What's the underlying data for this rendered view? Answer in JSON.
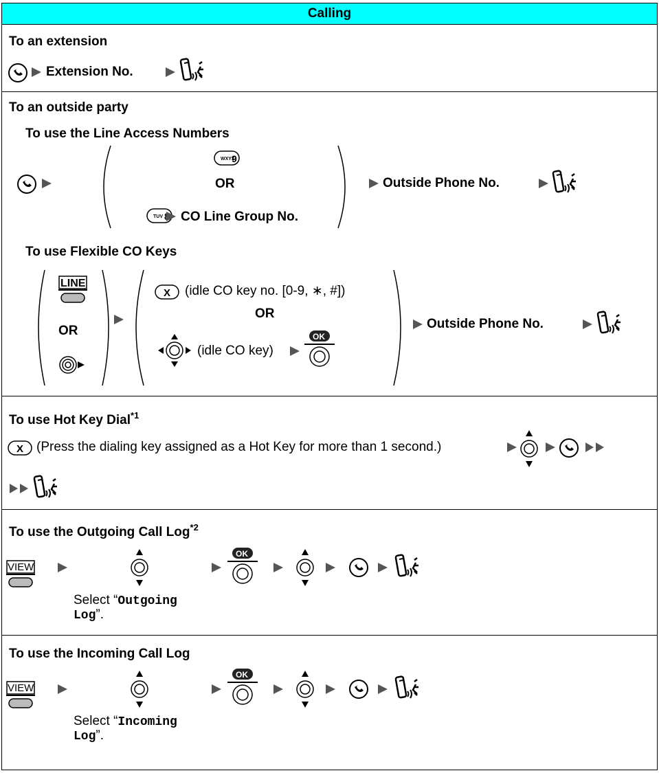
{
  "header": {
    "title": "Calling"
  },
  "extension": {
    "heading": "To an extension",
    "label": "Extension No."
  },
  "outside": {
    "heading": "To an outside party",
    "line_access": {
      "subheading": "To use the Line Access Numbers",
      "key9": "9",
      "key9_letters": "WXYZ",
      "or": "OR",
      "key8": "8",
      "key8_letters": "TUV",
      "co_group": "CO Line Group No.",
      "outside_no": "Outside Phone No."
    },
    "flexible": {
      "subheading": "To use Flexible CO Keys",
      "line_key": "LINE",
      "or_left": "OR",
      "x_key": "X",
      "idle_co_no": "(idle CO key no. [0-9, ∗, #])",
      "or_mid": "OR",
      "idle_co": "(idle CO key)",
      "ok": "OK",
      "outside_no": "Outside Phone No."
    }
  },
  "hotkey": {
    "heading": "To use Hot Key Dial",
    "sup": "*1",
    "x_key": "X",
    "text": "(Press the dialing key assigned as a Hot Key for more than 1 second.)"
  },
  "outgoing": {
    "heading": "To use the Outgoing Call Log",
    "sup": "*2",
    "view": "VIEW",
    "ok": "OK",
    "select_prefix": "Select “",
    "select_line1": "Outgoing",
    "select_line2": "Log",
    "select_suffix": "”."
  },
  "incoming": {
    "heading": "To use the Incoming Call Log",
    "view": "VIEW",
    "ok": "OK",
    "select_prefix": "Select “",
    "select_line1": "Incoming",
    "select_line2": "Log",
    "select_suffix": "”."
  }
}
